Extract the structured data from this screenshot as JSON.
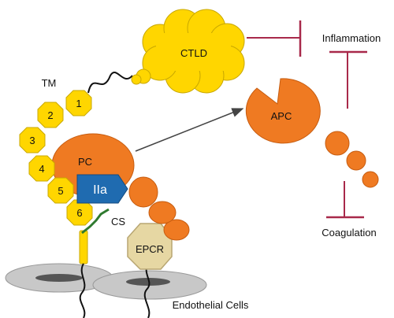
{
  "labels": {
    "ctld": "CTLD",
    "inflammation": "Inflammation",
    "tm": "TM",
    "apc": "APC",
    "pc": "PC",
    "thrombin": "IIa",
    "cs": "CS",
    "epcr": "EPCR",
    "coagulation": "Coagulation",
    "endothelial": "Endothelial Cells"
  },
  "tm_domains": [
    "1",
    "2",
    "3",
    "4",
    "5",
    "6"
  ],
  "colors": {
    "yellow": "#ffd600",
    "yellow_stroke": "#c9a800",
    "orange": "#ef7a22",
    "orange_stroke": "#c65c10",
    "blue": "#1f6bb0",
    "epcr": "#e6d7a3",
    "inhibit": "#a8294a",
    "membrane": "#c8c8c8",
    "membrane_dark": "#555555",
    "cs_green": "#2f7a2f",
    "arrow": "#444444"
  }
}
